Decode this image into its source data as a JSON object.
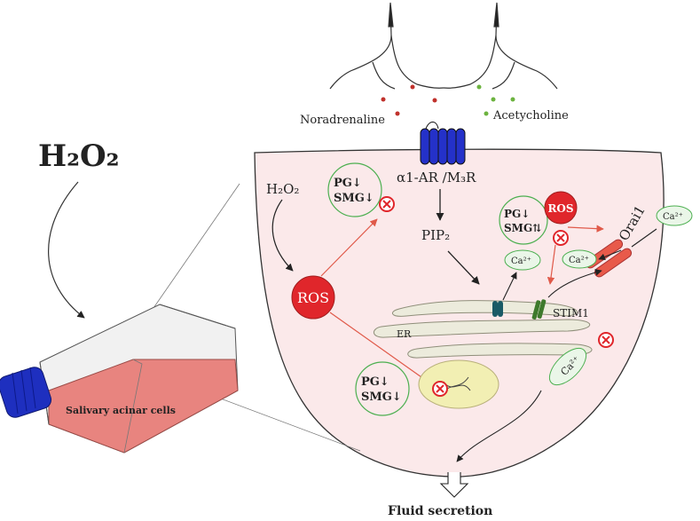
{
  "left": {
    "h2o2_big": "H₂O₂",
    "flask_label": "Salivary acinar cells"
  },
  "neuro": {
    "noradrenaline": "Noradrenaline",
    "acetylcholine": "Acetycholine"
  },
  "cell": {
    "h2o2": "H₂O₂",
    "receptor": "α1-AR /M₃R",
    "pip2": "PIP₂",
    "ros_main": "ROS",
    "ros_small": "ROS",
    "er": "ER",
    "stim1": "STIM1",
    "orai1": "Orai1",
    "ca": "Ca²⁺",
    "pg_down": "PG↓",
    "smg_down": "SMG↓",
    "smg_updown": "SMG⇅"
  },
  "output": {
    "fluid_secretion": "Fluid secretion"
  },
  "colors": {
    "cell_fill": "#fbe9ea",
    "ros_red": "#e0262b",
    "green_outline": "#4caf50",
    "receptor_blue": "#2431c9",
    "flask_red": "#e8847f",
    "cap_blue": "#1e2fbf",
    "orai_red": "#e85a4a",
    "arrow_red": "#e05a4a",
    "nucleus_yellow": "#f2efb3",
    "er_fill": "#ecebdc"
  }
}
